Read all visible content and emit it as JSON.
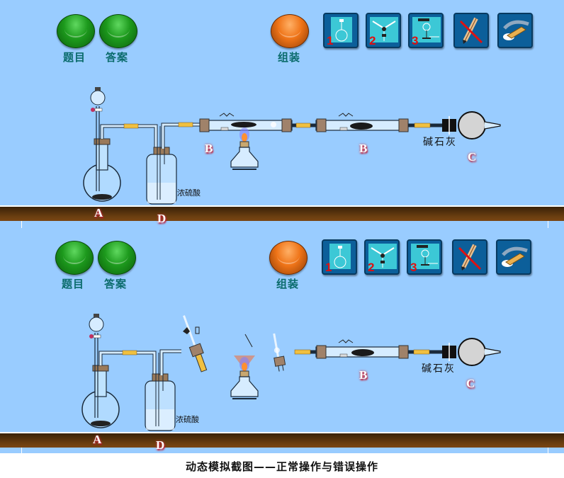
{
  "panels": [
    {
      "id": "normal",
      "buttons": {
        "question": "题目",
        "answer": "答案",
        "assemble": "组装"
      },
      "tools": [
        {
          "icon": "flask-setup-icon",
          "number": "1"
        },
        {
          "icon": "tube-setup-icon",
          "number": "2"
        },
        {
          "icon": "stand-setup-icon",
          "number": "3"
        },
        {
          "icon": "pencil-cross-icon",
          "number": ""
        },
        {
          "icon": "eraser-icon",
          "number": ""
        }
      ],
      "labels": {
        "A": "A",
        "B1": "B",
        "B2": "B",
        "C": "C",
        "D": "D"
      },
      "reagents": {
        "acid": "浓硫酸",
        "lime": "碱石灰"
      }
    },
    {
      "id": "error",
      "buttons": {
        "question": "题目",
        "answer": "答案",
        "assemble": "组装"
      },
      "tools": [
        {
          "icon": "flask-setup-icon",
          "number": "1"
        },
        {
          "icon": "tube-setup-icon",
          "number": "2"
        },
        {
          "icon": "stand-setup-icon",
          "number": "3"
        },
        {
          "icon": "pencil-cross-icon",
          "number": ""
        },
        {
          "icon": "eraser-icon",
          "number": ""
        }
      ],
      "labels": {
        "A": "A",
        "B": "B",
        "C": "C",
        "D": "D"
      },
      "reagents": {
        "acid": "浓硫酸",
        "lime": "碱石灰"
      }
    }
  ],
  "caption": "动态模拟截图——正常操作与错误操作",
  "colors": {
    "background": "#99ccff",
    "bench": "#5a3510",
    "tool_bg": "#0c5f9a",
    "label_red": "#c0102a"
  }
}
